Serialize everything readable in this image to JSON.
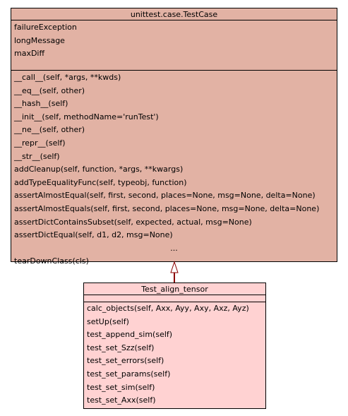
{
  "testcase_class": {
    "title": "unittest.case.TestCase",
    "attributes": [
      "failureException",
      "longMessage",
      "maxDiff"
    ],
    "methods": [
      "__call__(self, *args, **kwds)",
      "__eq__(self, other)",
      "__hash__(self)",
      "__init__(self, methodName='runTest')",
      "__ne__(self, other)",
      "__repr__(self)",
      "__str__(self)",
      "addCleanup(self, function, *args, **kwargs)",
      "addTypeEqualityFunc(self, typeobj, function)",
      "assertAlmostEqual(self, first, second, places=None, msg=None, delta=None)",
      "assertAlmostEquals(self, first, second, places=None, msg=None, delta=None)",
      "assertDictContainsSubset(self, expected, actual, msg=None)",
      "assertDictEqual(self, d1, d2, msg=None)",
      "...",
      "tearDownClass(cls)"
    ],
    "fill_color": "#e2b2a4"
  },
  "subclass": {
    "title": "Test_align_tensor",
    "attributes": [],
    "methods": [
      "calc_objects(self, Axx, Ayy, Axy, Axz, Ayz)",
      "setUp(self)",
      "test_append_sim(self)",
      "test_set_Szz(self)",
      "test_set_errors(self)",
      "test_set_params(self)",
      "test_set_sim(self)",
      "test_set_Axx(self)"
    ],
    "fill_color": "#ffd2d2"
  },
  "edge": {
    "kind": "inheritance",
    "color": "#8b0000"
  }
}
